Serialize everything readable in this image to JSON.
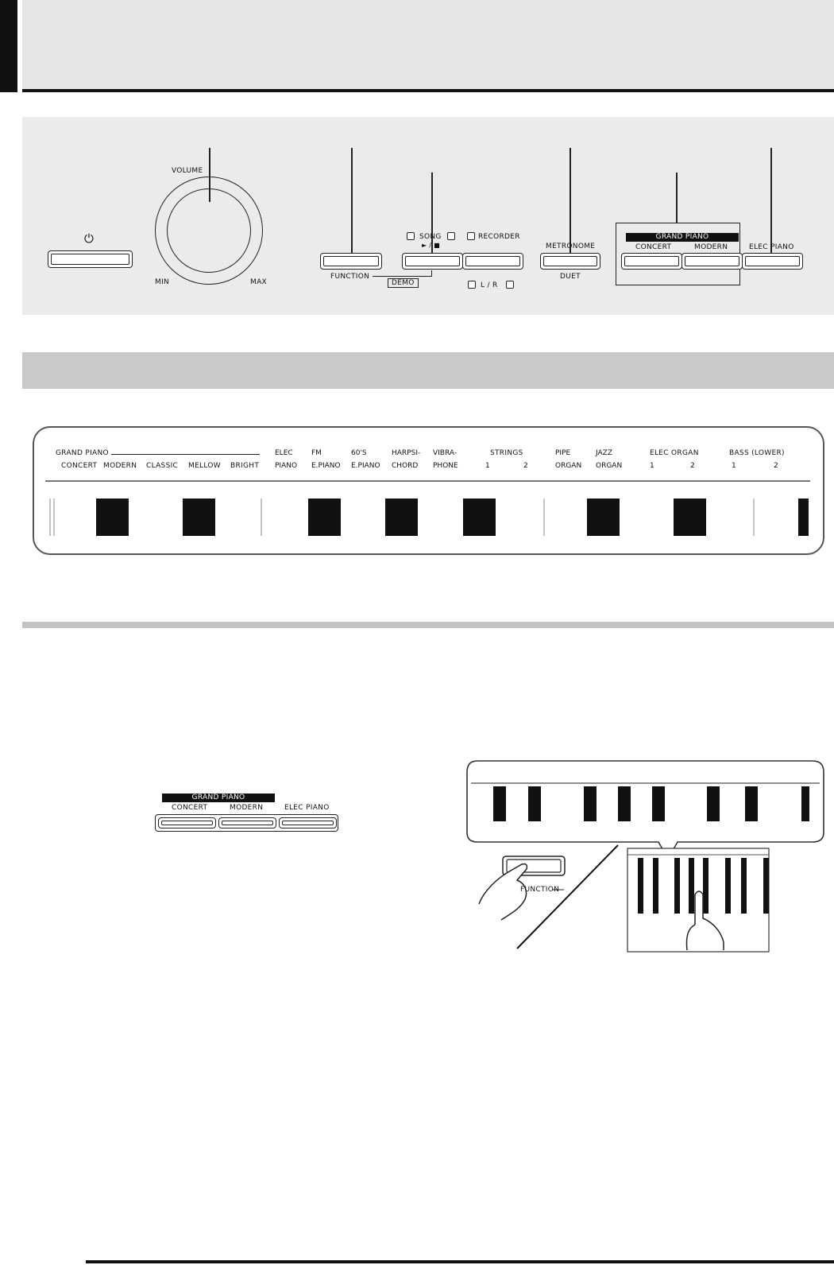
{
  "panel": {
    "volume_label": "VOLUME",
    "min_label": "MIN",
    "max_label": "MAX",
    "power_symbol": "⏻",
    "power_icon": "power-icon",
    "function_label": "FUNCTION",
    "demo_label": "DEMO",
    "song_label": "SONG",
    "play_stop_symbol": "► / ■",
    "recorder_label": "RECORDER",
    "lr_label": "L / R",
    "metronome_label": "METRONOME",
    "duet_label": "DUET",
    "grand_piano_label": "GRAND PIANO",
    "concert_label": "CONCERT",
    "modern_label": "MODERN",
    "elec_piano_label": "ELEC PIANO"
  },
  "tone_strip": {
    "grand_piano": "GRAND PIANO",
    "tones": [
      "CONCERT",
      "MODERN",
      "CLASSIC",
      "MELLOW",
      "BRIGHT"
    ],
    "groups": [
      {
        "label": "ELEC\nPIANO"
      },
      {
        "label": "FM\nE.PIANO"
      },
      {
        "label": "60'S\nE.PIANO"
      },
      {
        "label": "HARPSI-\nCHORD"
      },
      {
        "label": "VIBRA-\nPHONE"
      },
      {
        "label": "PIPE\nORGAN"
      },
      {
        "label": "JAZZ\nORGAN"
      }
    ],
    "strings": "STRINGS",
    "elec_organ": "ELEC ORGAN",
    "bass_lower": "BASS (LOWER)",
    "num1": "1",
    "num2": "2"
  },
  "illustration": {
    "grand_piano_label": "GRAND PIANO",
    "concert_label": "CONCERT",
    "modern_label": "MODERN",
    "elec_piano_label": "ELEC PIANO",
    "function_label": "FUNCTION"
  },
  "colors": {
    "panel_bg": "#ebebeb",
    "header_bg": "#e6e6e6",
    "section_bar": "#c9c9c9",
    "rule_grey": "#c3c3c3"
  }
}
